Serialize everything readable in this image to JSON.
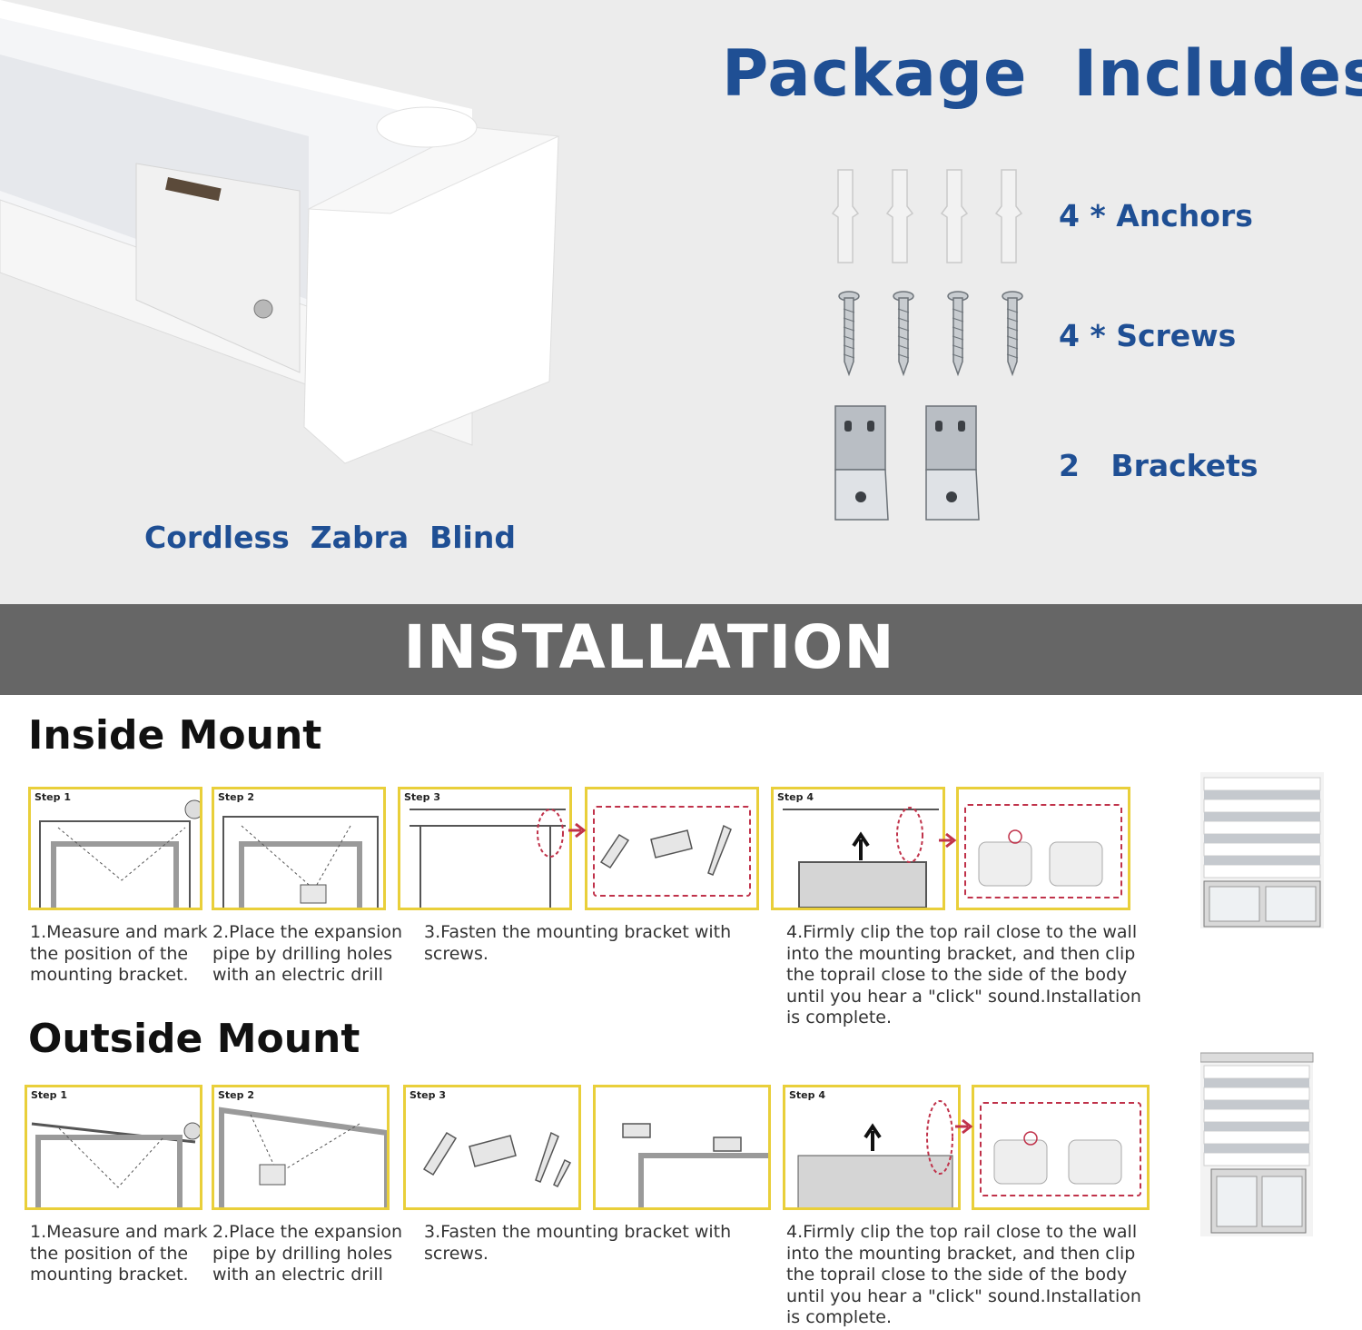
{
  "package": {
    "title": "Package  Includes",
    "items": [
      {
        "label": "4 * Anchors",
        "icon": "anchor-icon"
      },
      {
        "label": "4 * Screws",
        "icon": "screw-icon"
      },
      {
        "label": "2   Brackets",
        "icon": "bracket-icon"
      }
    ],
    "product_label": "Cordless  Zabra  Blind",
    "title_color": "#1f4f94"
  },
  "installation": {
    "title": "INSTALLATION",
    "bar_color": "#666666",
    "inside": {
      "title": "Inside Mount",
      "step_tags": [
        "Step 1",
        "Step 2",
        "Step 3",
        "Step 4"
      ],
      "captions": [
        "1.Measure and mark\nthe position of the\nmounting bracket.",
        "2.Place the expansion\npipe by drilling holes\nwith an electric drill",
        "3.Fasten the mounting bracket with\nscrews.",
        "4.Firmly clip the top rail close to the wall\ninto the mounting bracket, and then clip\nthe toprail close to the side of the body\nuntil you hear a \"click\" sound.Installation\nis complete."
      ]
    },
    "outside": {
      "title": "Outside Mount",
      "step_tags": [
        "Step 1",
        "Step 2",
        "Step 3",
        "Step 4"
      ],
      "captions": [
        "1.Measure and mark\nthe position of the\nmounting bracket.",
        "2.Place the expansion\npipe by drilling holes\nwith an electric drill",
        "3.Fasten the mounting bracket with\nscrews.",
        "4.Firmly clip the top rail close to the wall\ninto the mounting bracket, and then clip\nthe toprail close to the side of the body\nuntil you hear a \"click\" sound.Installation\nis complete."
      ]
    }
  }
}
